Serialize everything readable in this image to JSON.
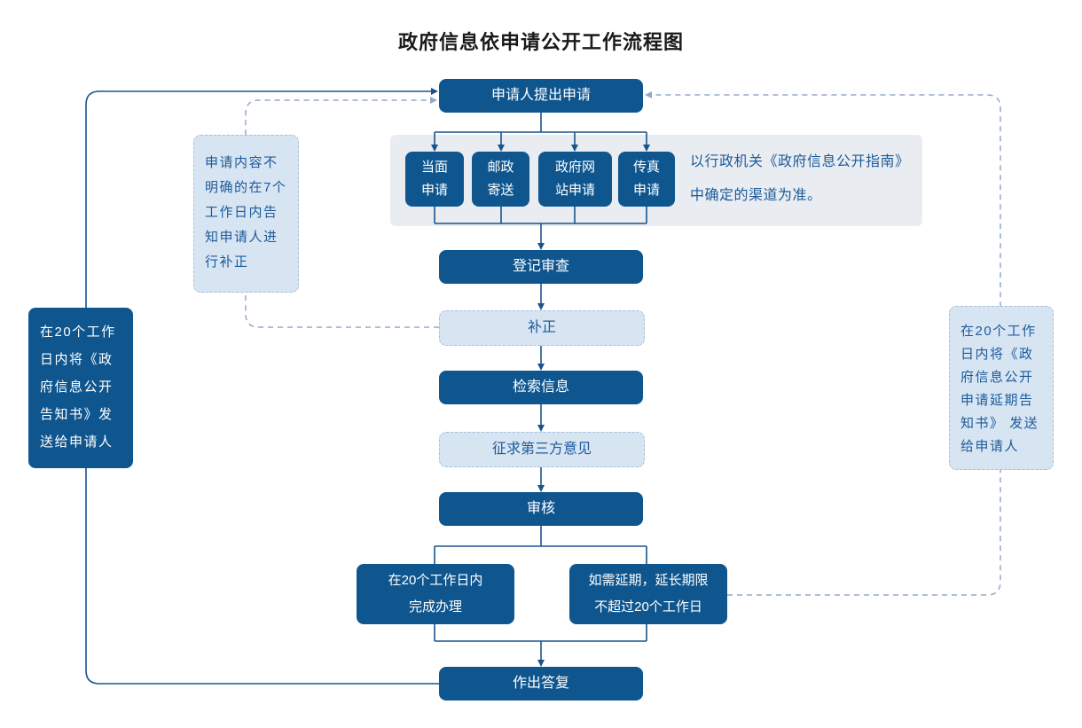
{
  "title": "政府信息依申请公开工作流程图",
  "colors": {
    "primary": "#0f568f",
    "band-bg": "#e9edf2",
    "light-fill": "#d7e5f3",
    "light-border": "#a6c0dc",
    "light-text": "#1d5a9a",
    "solid-line": "#19538c",
    "dashed-line": "#93a9c7",
    "title-color": "#1a1a1a"
  },
  "nodes": {
    "applicant": "申请人提出申请",
    "channels": [
      {
        "label": "当面\n申请"
      },
      {
        "label": "邮政\n寄送"
      },
      {
        "label": "政府网\n站申请"
      },
      {
        "label": "传真\n申请"
      }
    ],
    "channel_note": "以行政机关《政府信息公开指南》\n中确定的渠道为准。",
    "register": "登记审查",
    "correction": "补正",
    "search": "检索信息",
    "third_party": "征求第三方意见",
    "review": "审核",
    "complete": "在20个工作日内\n完成办理",
    "extension": "如需延期，延长期限\n不超过20个工作日",
    "reply": "作出答复",
    "notice_left": "在20个工作\n日内将《政\n府信息公开\n告知书》发\n送给申请人",
    "correction_note": "申请内容不\n明确的在7个\n工作日内告\n知申请人进\n行补正",
    "notice_right": "在20个工作\n日内将《政\n府信息公开\n申请延期告\n知书》 发送\n给申请人"
  }
}
